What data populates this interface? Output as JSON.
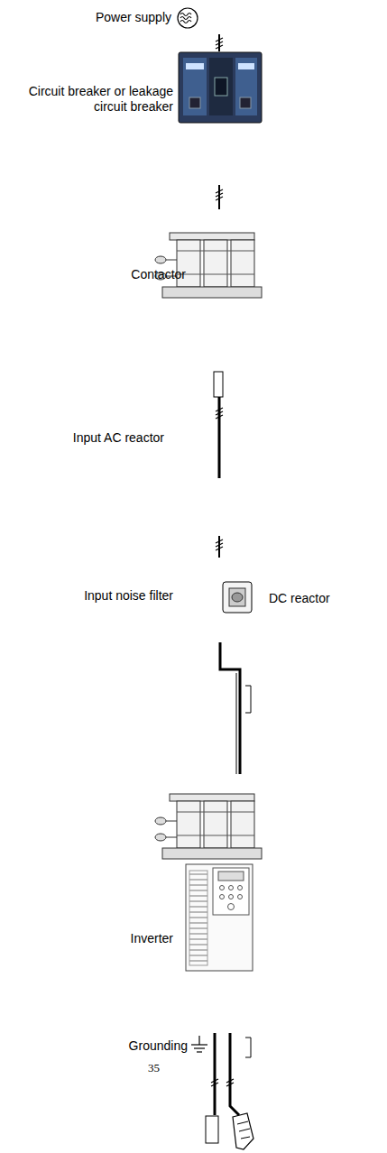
{
  "diagram": {
    "labels": [
      "Power supply",
      "Circuit breaker or leakage circuit breaker",
      "Contactor",
      "Input AC reactor",
      "Input noise filter",
      "DC reactor",
      "Inverter",
      "Grounding",
      "35"
    ]
  }
}
